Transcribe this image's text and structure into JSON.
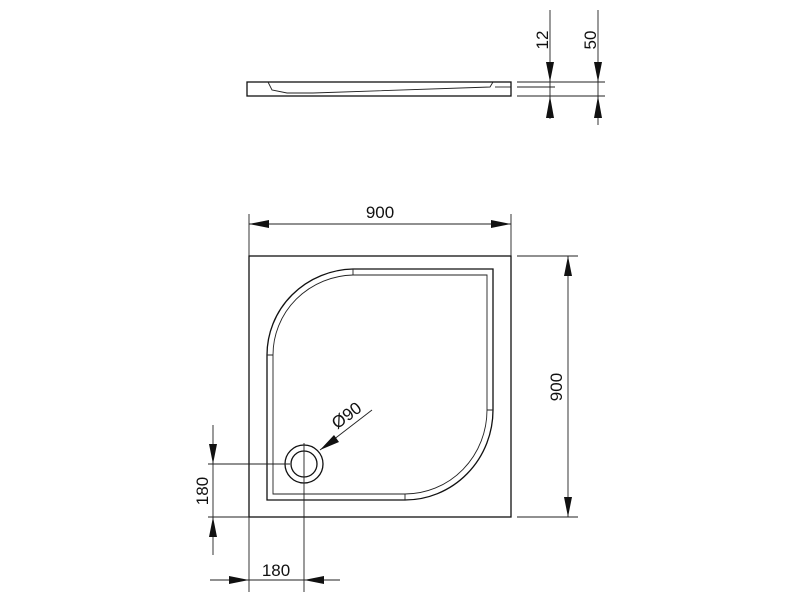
{
  "side_view": {
    "thickness_rim": "12",
    "height": "50"
  },
  "top_view": {
    "width": "900",
    "depth": "900",
    "drain_diameter": "Ø90",
    "drain_offset_y": "180",
    "drain_offset_x": "180"
  }
}
